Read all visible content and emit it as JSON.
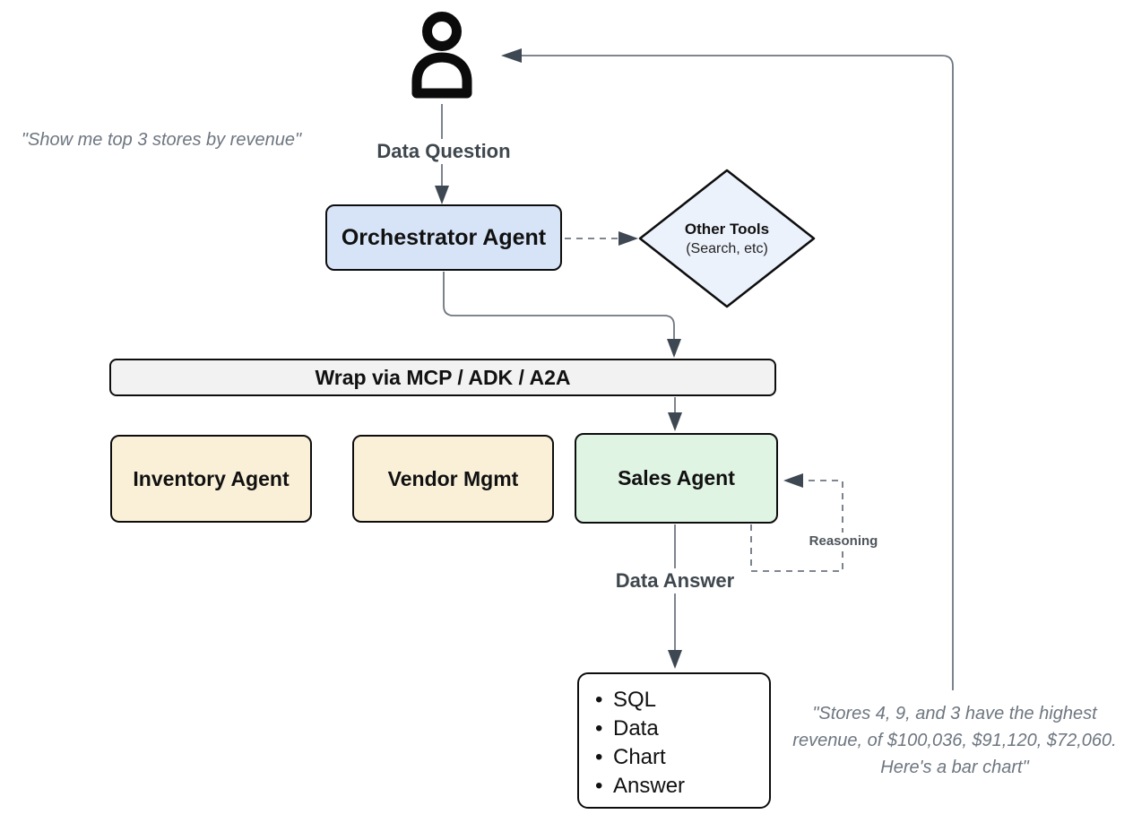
{
  "quotes": {
    "question": "\"Show me top 3 stores by revenue\"",
    "answer": "\"Stores 4, 9, and 3 have the highest revenue, of $100,036, $91,120, $72,060. Here's a bar chart\""
  },
  "labels": {
    "data_question": "Data Question",
    "data_answer": "Data Answer",
    "reasoning": "Reasoning"
  },
  "nodes": {
    "orchestrator": {
      "label": "Orchestrator Agent"
    },
    "other_tools": {
      "title": "Other Tools",
      "subtitle": "(Search, etc)"
    },
    "wrap_bar": {
      "label": "Wrap via MCP / ADK / A2A"
    },
    "inventory": {
      "label": "Inventory Agent"
    },
    "vendor": {
      "label": "Vendor Mgmt"
    },
    "sales": {
      "label": "Sales Agent"
    },
    "output": {
      "items": [
        "SQL",
        "Data",
        "Chart",
        "Answer"
      ]
    }
  },
  "icons": {
    "user": "user-icon"
  },
  "colors": {
    "orchestrator_fill": "#d7e4f8",
    "other_tools_fill": "#ecf2fc",
    "wrap_bar_fill": "#f2f2f2",
    "inventory_fill": "#faf0d8",
    "vendor_fill": "#faf0d8",
    "sales_fill": "#e0f4e4",
    "node_border": "#0d0d0d",
    "connector_line": "#6e7680",
    "arrowhead": "#3e4852",
    "quote_text": "#6e7680",
    "edge_label_text": "#3f474e",
    "icon_color": "#0b0b0b"
  }
}
